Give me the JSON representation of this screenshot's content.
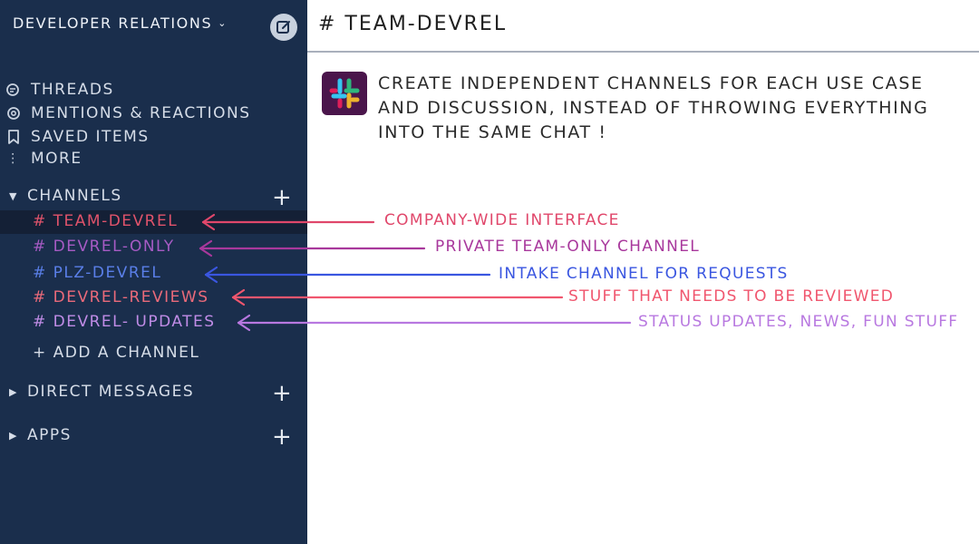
{
  "workspace": {
    "name": "Developer Relations"
  },
  "nav": {
    "threads": "Threads",
    "mentions": "Mentions & Reactions",
    "saved": "Saved Items",
    "more": "More"
  },
  "channels_section": {
    "label": "Channels",
    "channels": [
      {
        "name": "# team-devrel",
        "color": "#e0536b",
        "annotation": "Company-wide interface"
      },
      {
        "name": "# devrel-only",
        "color": "#a65bc4",
        "annotation": "Private team-only channel"
      },
      {
        "name": "# plz-devrel",
        "color": "#5a7fe8",
        "annotation": "Intake channel for requests"
      },
      {
        "name": "# devrel-reviews",
        "color": "#ea6a7a",
        "annotation": "Stuff that needs to be reviewed"
      },
      {
        "name": "# devrel- updates",
        "color": "#c08ce6",
        "annotation": "Status updates, news, fun stuff"
      }
    ],
    "add_channel": "+ Add a channel"
  },
  "direct_messages": {
    "label": "Direct Messages"
  },
  "apps": {
    "label": "Apps"
  },
  "main": {
    "channel_title": "# team-devrel",
    "message": "Create independent channels for each use case and discussion, instead of throwing everything into the same chat !"
  },
  "colors": {
    "sidebar_bg": "#1a2e4c",
    "active_row_bg": "#142036",
    "annotation_colors": [
      "#e0476b",
      "#a8389c",
      "#3a56e0",
      "#f0566e",
      "#b878e0"
    ]
  },
  "icons": {
    "threads": "threads-icon",
    "mentions": "at-icon",
    "saved": "bookmark-icon",
    "more": "vertical-dots-icon",
    "compose": "compose-icon",
    "app": "slack-logo-icon"
  }
}
